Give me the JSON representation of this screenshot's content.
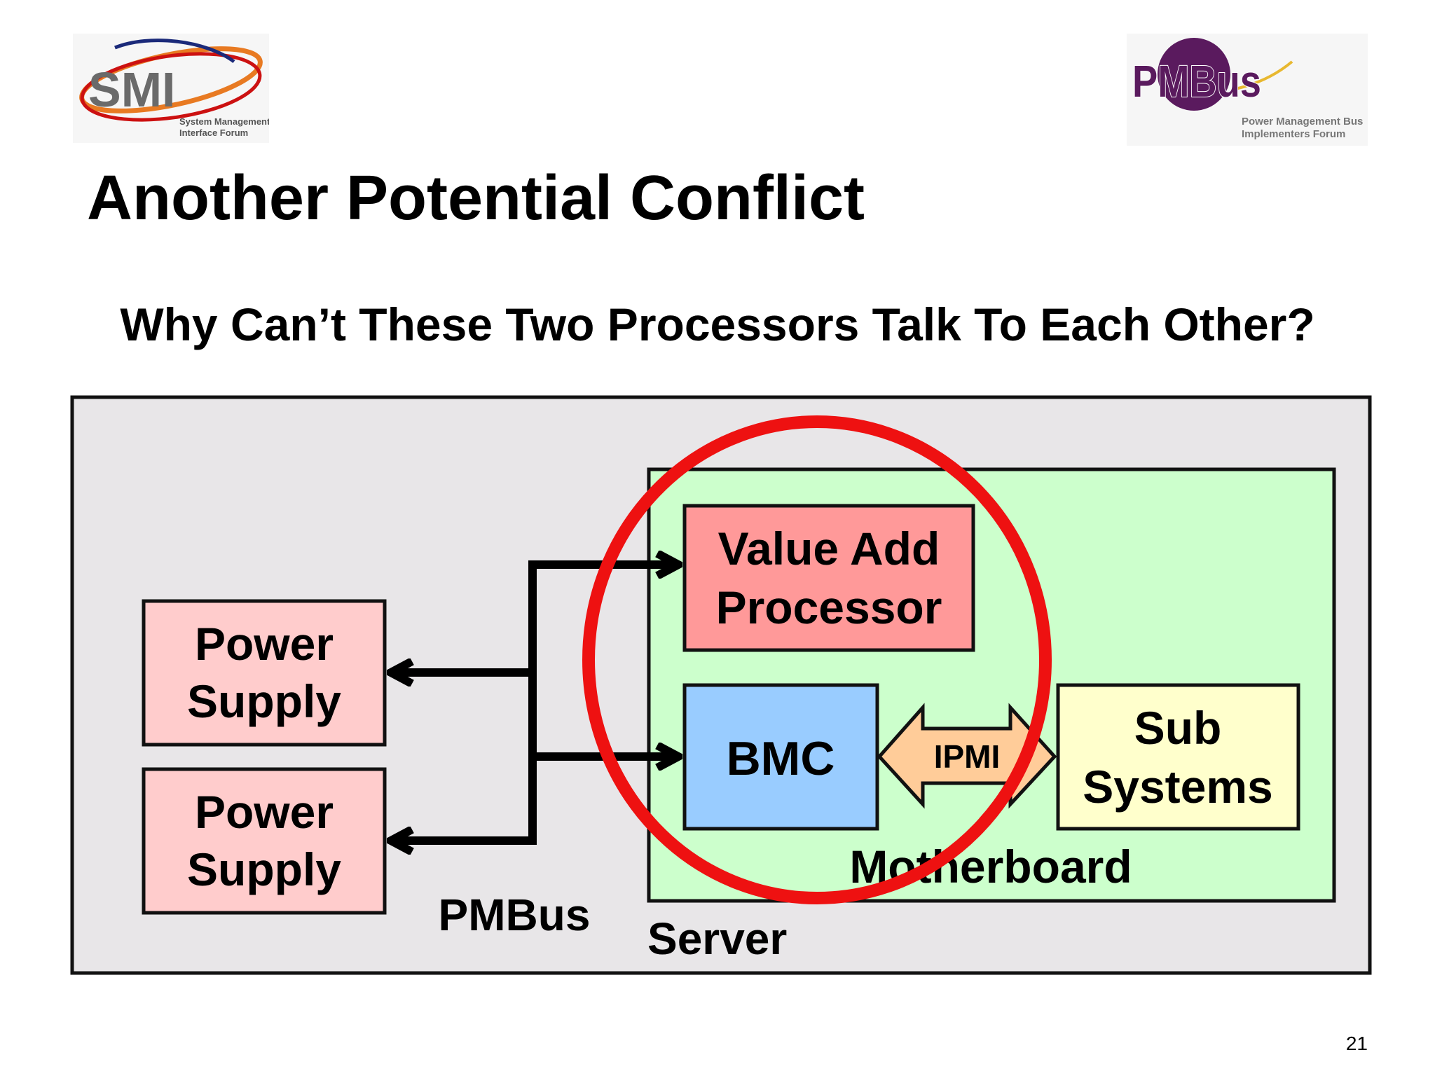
{
  "header": {
    "smi_logo": {
      "mark": "SMI",
      "caption_lines": [
        "System Management",
        "Interface Forum"
      ]
    },
    "pmbus_logo": {
      "mark": "PMBus",
      "caption_lines": [
        "Power Management Bus",
        "Implementers Forum"
      ]
    }
  },
  "slide": {
    "title": "Another Potential Conflict",
    "subtitle": "Why Can’t These Two Processors Talk To Each Other?",
    "page_number": "21"
  },
  "diagram": {
    "server_label": "Server",
    "motherboard_label": "Motherboard",
    "bus_label": "PMBus",
    "power_supply_top": [
      "Power",
      "Supply"
    ],
    "power_supply_bottom": [
      "Power",
      "Supply"
    ],
    "value_add_processor": [
      "Value Add",
      "Processor"
    ],
    "bmc": "BMC",
    "ipmi": "IPMI",
    "sub_systems": [
      "Sub",
      "Systems"
    ]
  },
  "colors": {
    "server_fill": "#e8e6e8",
    "motherboard_fill": "#ccffcc",
    "power_supply_fill": "#ffcccc",
    "processor_fill": "#ff9999",
    "bmc_fill": "#99ccff",
    "ipmi_fill": "#ffcc99",
    "sub_systems_fill": "#ffffcc",
    "highlight_circle": "#ee1111",
    "smi_accent": "#e87a22",
    "pmbus_purple": "#5a1a5e"
  }
}
